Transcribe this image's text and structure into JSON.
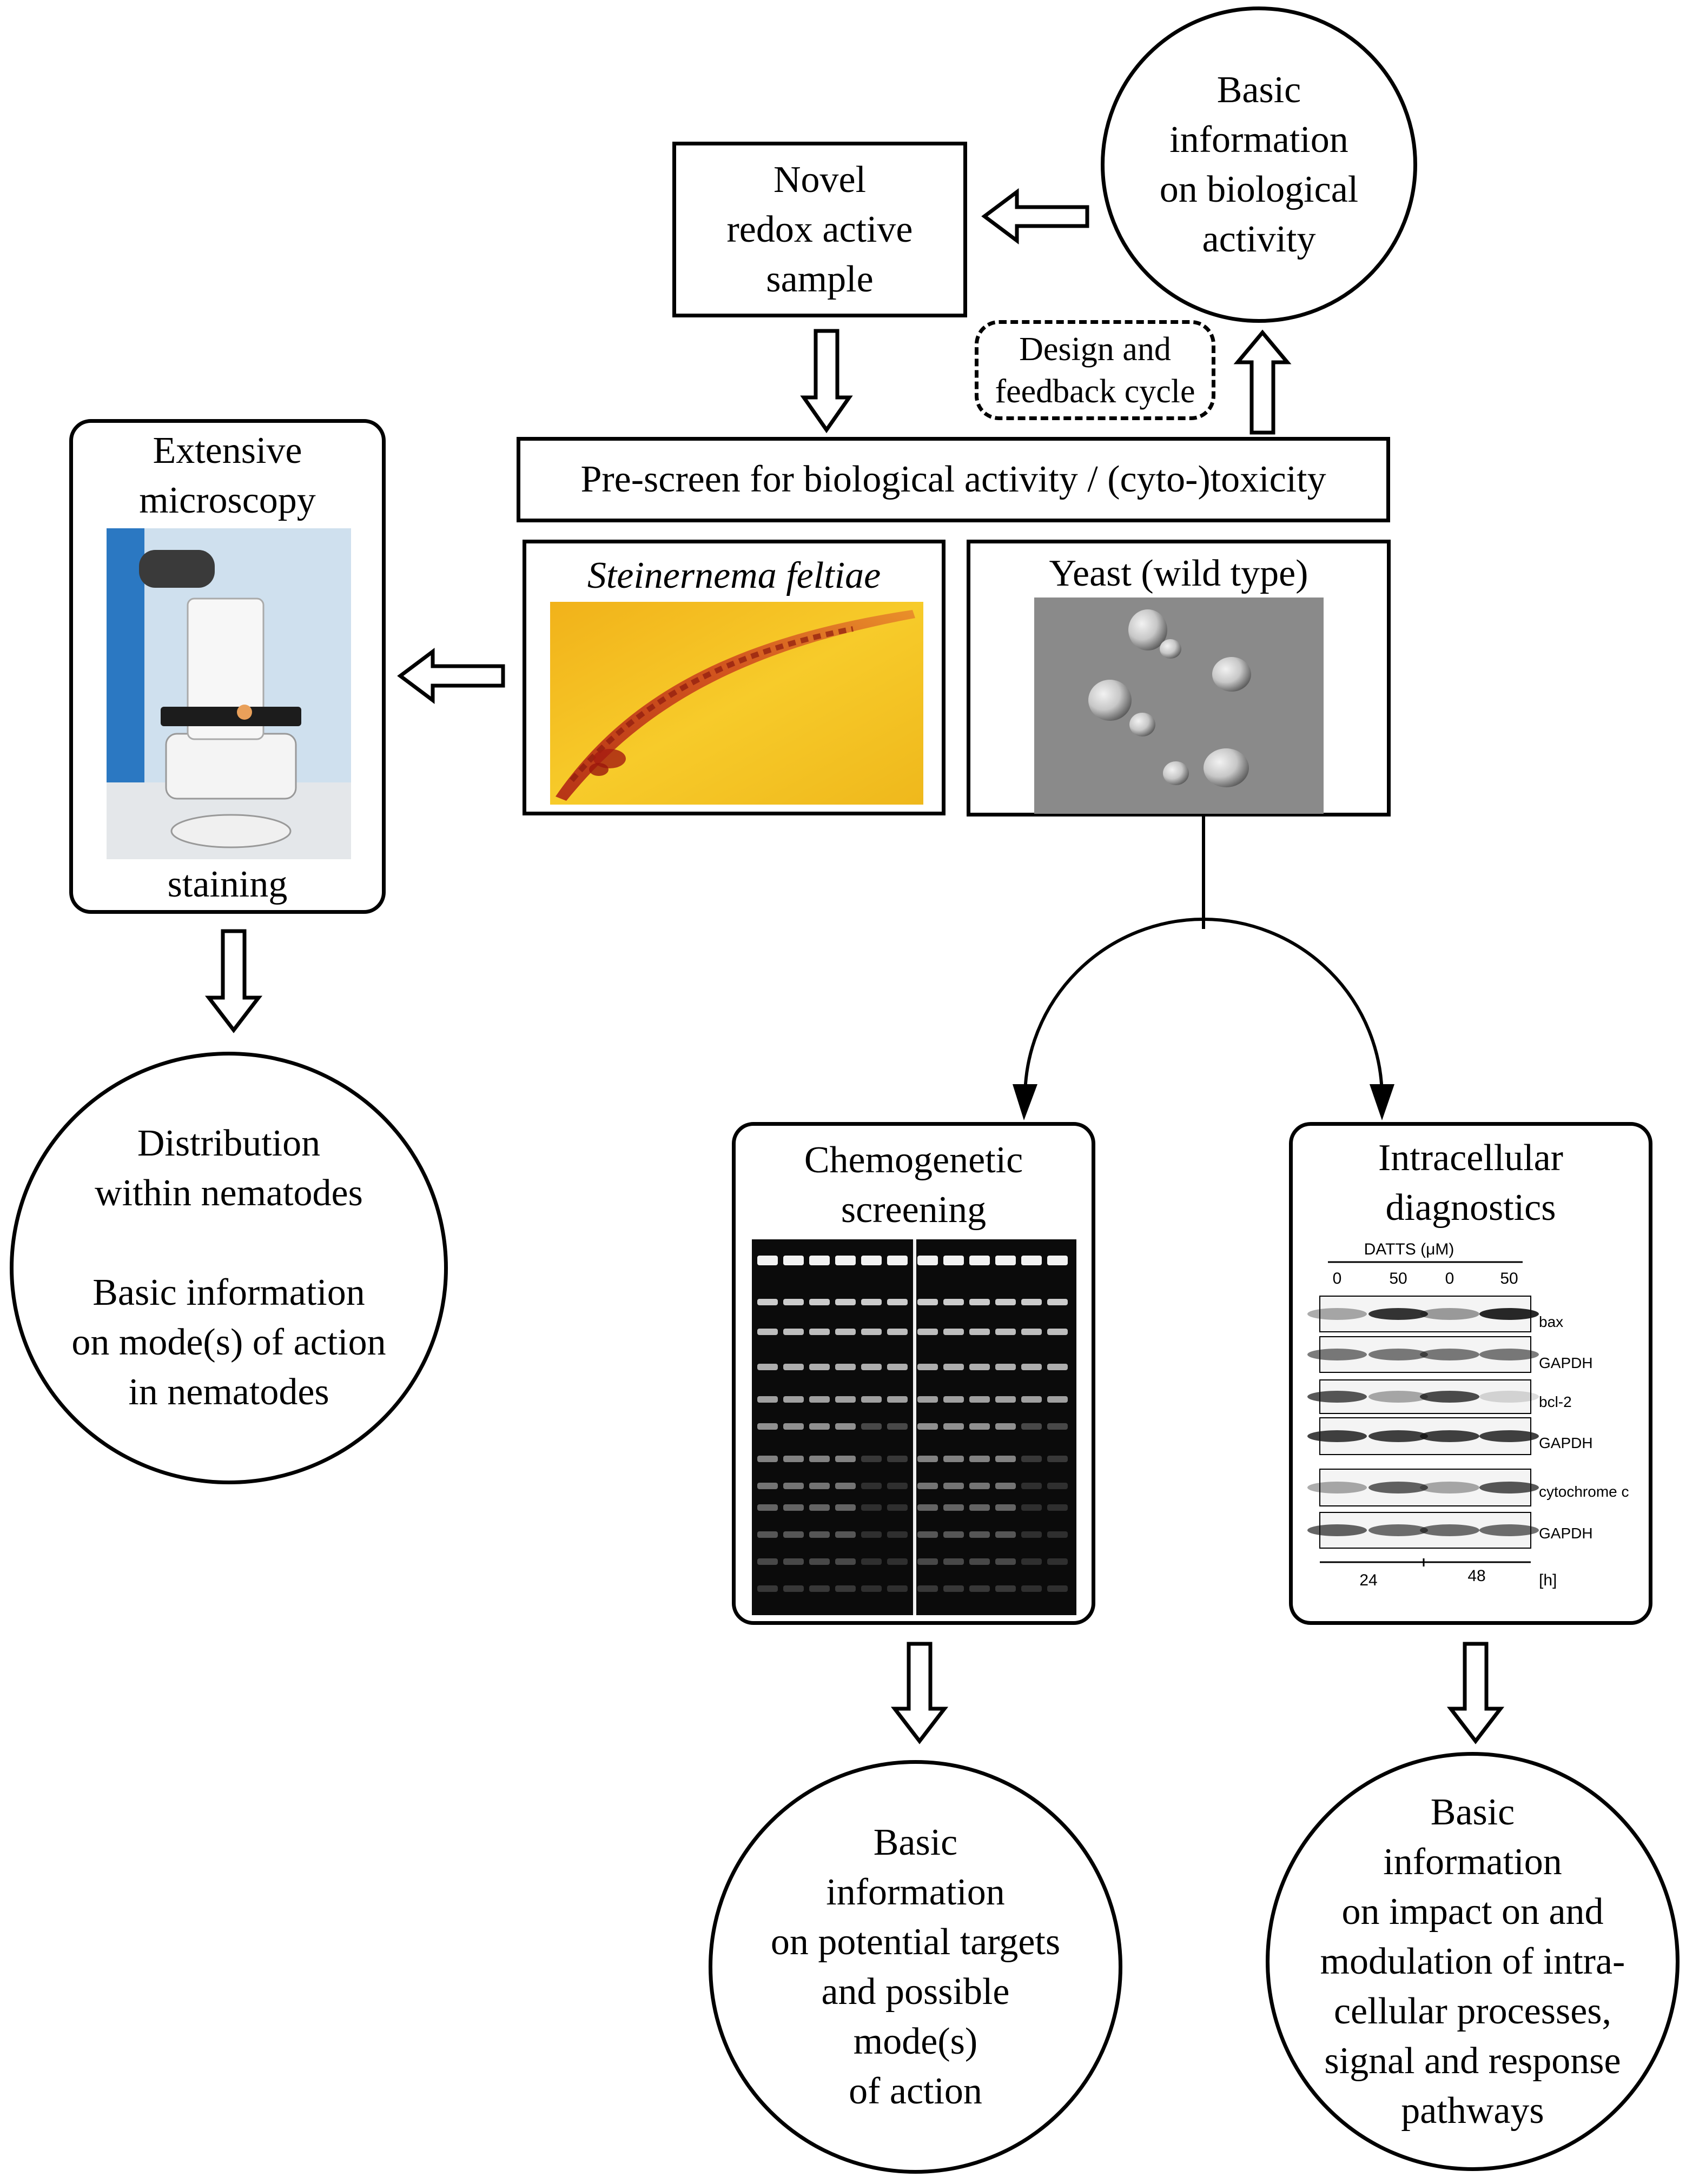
{
  "nodes": {
    "basic_info_bio": [
      "Basic",
      "information",
      "on biological",
      "activity"
    ],
    "novel_sample": [
      "Novel",
      "redox active",
      "sample"
    ],
    "design_feedback": [
      "Design and",
      "feedback cycle"
    ],
    "prescreen": "Pre-screen for biological activity / (cyto-)toxicity",
    "nematode_title": "Steinernema feltiae",
    "yeast_title": "Yeast (wild type)",
    "microscopy_title": [
      "Extensive",
      "microscopy"
    ],
    "microscopy_footer": "staining",
    "nematode_outcome": [
      "Distribution",
      "within nematodes",
      "",
      "Basic information",
      "on mode(s) of action",
      "in nematodes"
    ],
    "chemogenetic_title": [
      "Chemogenetic",
      "screening"
    ],
    "intracellular_title": [
      "Intracellular",
      "diagnostics"
    ],
    "chemogenetic_outcome": [
      "Basic",
      "information",
      "on potential targets",
      "and possible",
      "mode(s)",
      "of action"
    ],
    "intracellular_outcome": [
      "Basic",
      "information",
      "on impact on and",
      "modulation of intra-",
      "cellular processes,",
      "signal and response",
      "pathways"
    ]
  },
  "western_blot": {
    "header": "DATTS (μM)",
    "concentrations": [
      "0",
      "50",
      "0",
      "50"
    ],
    "bands": [
      "bax",
      "GAPDH",
      "bcl-2",
      "GAPDH",
      "cytochrome c",
      "GAPDH"
    ],
    "times": [
      "24",
      "48"
    ],
    "time_unit": "[h]"
  },
  "colors": {
    "nematode_background": "#f4c21f",
    "nematode_body": "#c2361b",
    "yeast_background": "#8a8a8a",
    "gel_background": "#0b0b0b"
  },
  "icons": [
    "microscope-photo",
    "nematode-photo",
    "yeast-cells-photo",
    "gel-image",
    "western-blot-image",
    "hollow-arrow-icon"
  ]
}
